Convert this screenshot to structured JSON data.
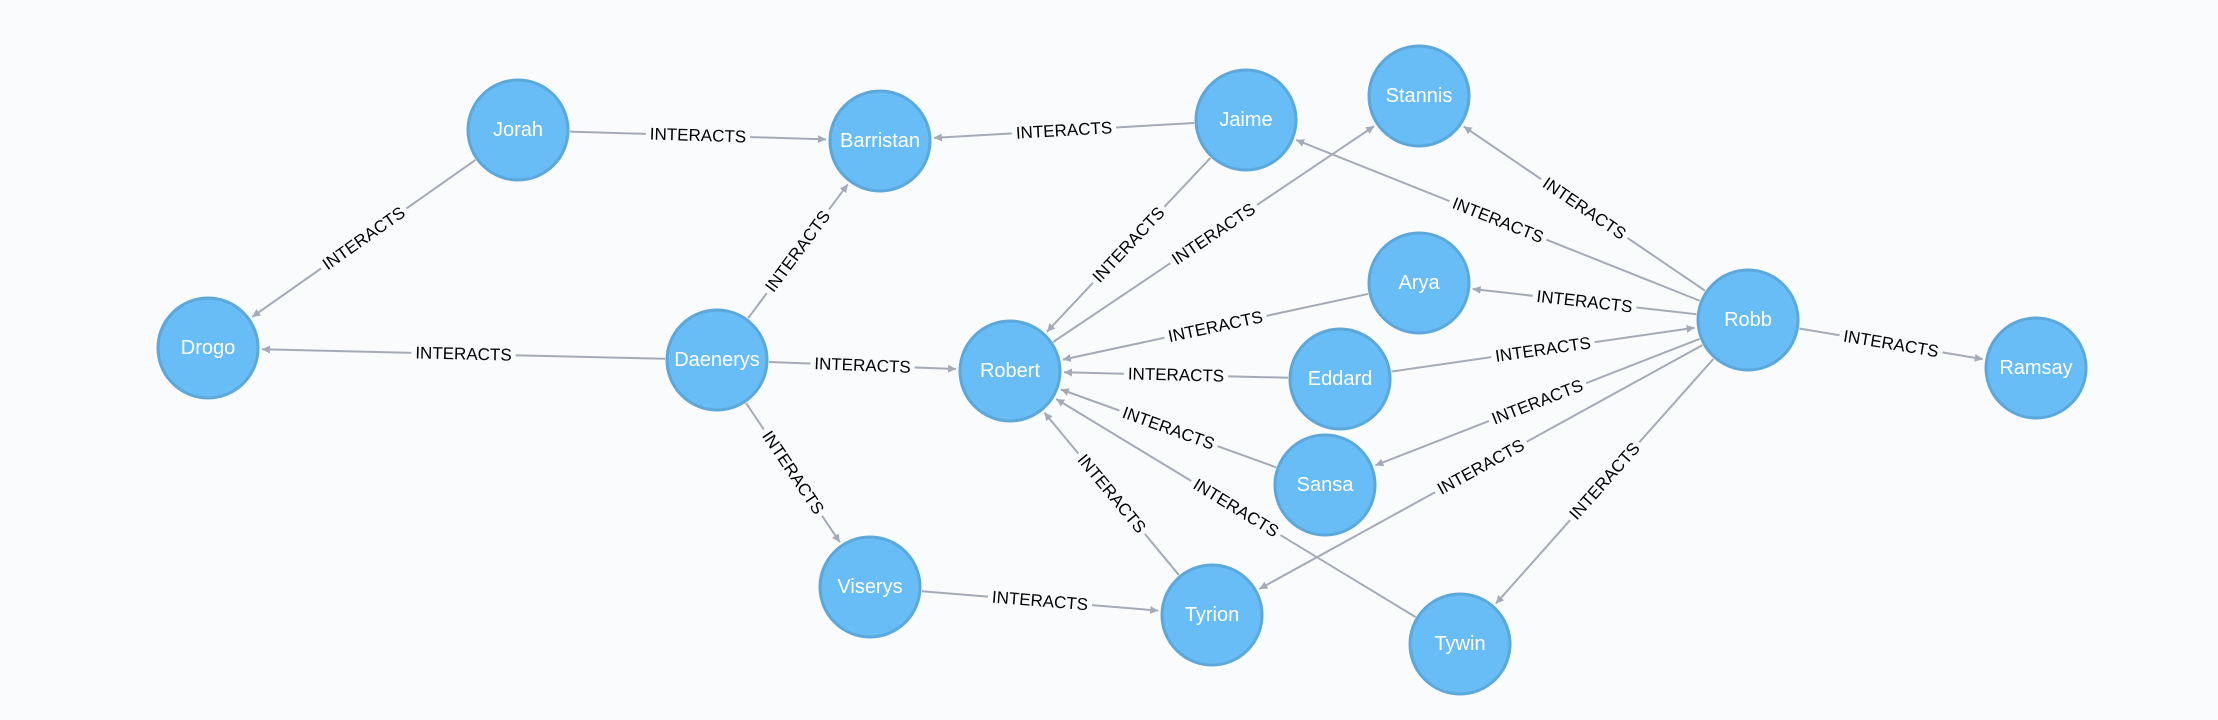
{
  "graph": {
    "colors": {
      "node_fill": "#68bdf6",
      "node_stroke": "#5ca8db",
      "node_text": "#ffffff",
      "edge": "#a5abb6",
      "edge_text": "#000000",
      "background": "#f9fbfd"
    },
    "nodes": [
      {
        "id": "jorah",
        "label": "Jorah"
      },
      {
        "id": "barristan",
        "label": "Barristan"
      },
      {
        "id": "jaime",
        "label": "Jaime"
      },
      {
        "id": "stannis",
        "label": "Stannis"
      },
      {
        "id": "drogo",
        "label": "Drogo"
      },
      {
        "id": "daenerys",
        "label": "Daenerys"
      },
      {
        "id": "robert",
        "label": "Robert"
      },
      {
        "id": "arya",
        "label": "Arya"
      },
      {
        "id": "eddard",
        "label": "Eddard"
      },
      {
        "id": "robb",
        "label": "Robb"
      },
      {
        "id": "ramsay",
        "label": "Ramsay"
      },
      {
        "id": "sansa",
        "label": "Sansa"
      },
      {
        "id": "viserys",
        "label": "Viserys"
      },
      {
        "id": "tyrion",
        "label": "Tyrion"
      },
      {
        "id": "tywin",
        "label": "Tywin"
      }
    ],
    "edges": [
      {
        "source": "jorah",
        "target": "barristan",
        "label": "INTERACTS"
      },
      {
        "source": "jorah",
        "target": "drogo",
        "label": "INTERACTS"
      },
      {
        "source": "jaime",
        "target": "barristan",
        "label": "INTERACTS"
      },
      {
        "source": "daenerys",
        "target": "barristan",
        "label": "INTERACTS"
      },
      {
        "source": "daenerys",
        "target": "drogo",
        "label": "INTERACTS"
      },
      {
        "source": "daenerys",
        "target": "robert",
        "label": "INTERACTS"
      },
      {
        "source": "daenerys",
        "target": "viserys",
        "label": "INTERACTS"
      },
      {
        "source": "jaime",
        "target": "robert",
        "label": "INTERACTS"
      },
      {
        "source": "robert",
        "target": "stannis",
        "label": "INTERACTS"
      },
      {
        "source": "robb",
        "target": "stannis",
        "label": "INTERACTS"
      },
      {
        "source": "robb",
        "target": "jaime",
        "label": "INTERACTS"
      },
      {
        "source": "arya",
        "target": "robert",
        "label": "INTERACTS"
      },
      {
        "source": "robb",
        "target": "arya",
        "label": "INTERACTS"
      },
      {
        "source": "eddard",
        "target": "robert",
        "label": "INTERACTS"
      },
      {
        "source": "eddard",
        "target": "robb",
        "label": "INTERACTS"
      },
      {
        "source": "robb",
        "target": "ramsay",
        "label": "INTERACTS"
      },
      {
        "source": "sansa",
        "target": "robert",
        "label": "INTERACTS"
      },
      {
        "source": "robb",
        "target": "sansa",
        "label": "INTERACTS"
      },
      {
        "source": "robb",
        "target": "tyrion",
        "label": "INTERACTS"
      },
      {
        "source": "robb",
        "target": "tywin",
        "label": "INTERACTS"
      },
      {
        "source": "tyrion",
        "target": "robert",
        "label": "INTERACTS"
      },
      {
        "source": "tywin",
        "target": "robert",
        "label": "INTERACTS"
      },
      {
        "source": "viserys",
        "target": "tyrion",
        "label": "INTERACTS"
      }
    ]
  }
}
